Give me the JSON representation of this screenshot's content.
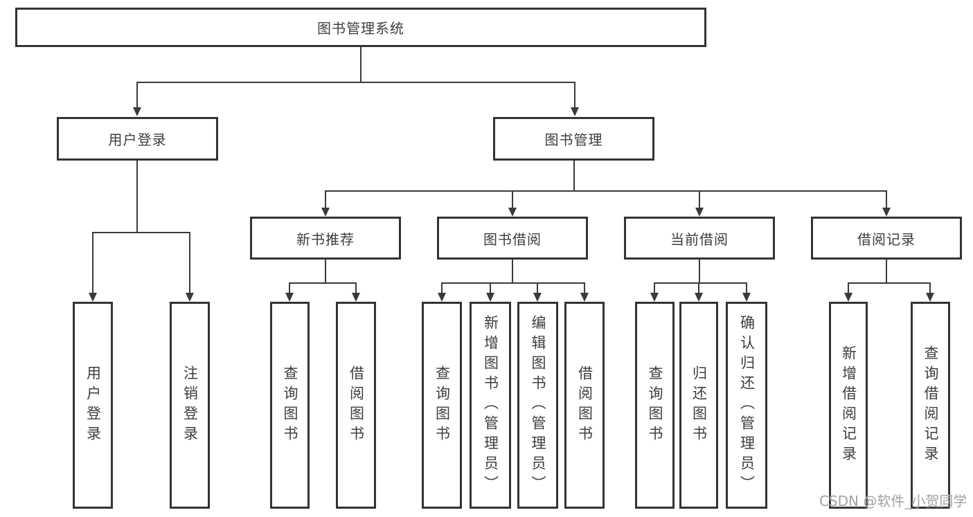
{
  "tree": {
    "root": {
      "label": "图书管理系统"
    },
    "branches": [
      {
        "label": "用户登录",
        "children": [
          {
            "label": "用户登录"
          },
          {
            "label": "注销登录"
          }
        ]
      },
      {
        "label": "图书管理",
        "children": [
          {
            "label": "新书推荐",
            "children": [
              {
                "label": "查询图书"
              },
              {
                "label": "借阅图书"
              }
            ]
          },
          {
            "label": "图书借阅",
            "children": [
              {
                "label": "查询图书"
              },
              {
                "label": "新增图书（管理员）"
              },
              {
                "label": "编辑图书（管理员）"
              },
              {
                "label": "借阅图书"
              }
            ]
          },
          {
            "label": "当前借阅",
            "children": [
              {
                "label": "查询图书"
              },
              {
                "label": "归还图书"
              },
              {
                "label": "确认归还（管理员）"
              }
            ]
          },
          {
            "label": "借阅记录",
            "children": [
              {
                "label": "新增借阅记录"
              },
              {
                "label": "查询借阅记录"
              }
            ]
          }
        ]
      }
    ]
  },
  "watermark": {
    "text": "CSDN @软件_小贺同学"
  },
  "colors": {
    "line": "#3a3a3a",
    "box_border": "#333333",
    "text": "#3d3d3d",
    "watermark": "#a2a2a2",
    "background": "#ffffff"
  }
}
